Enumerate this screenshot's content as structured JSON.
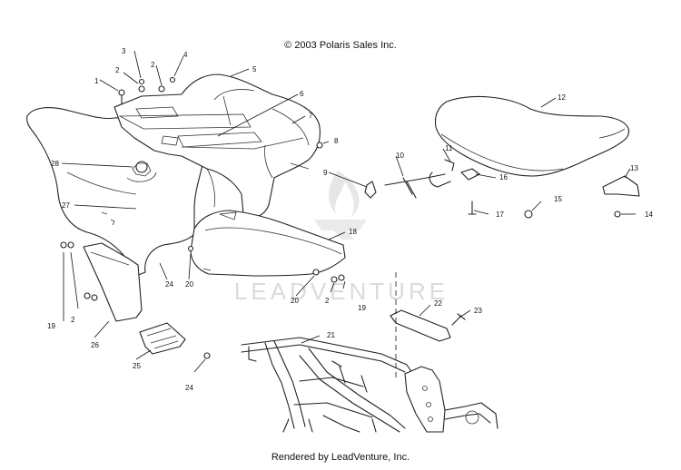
{
  "header": {
    "copyright": "© 2003 Polaris Sales Inc."
  },
  "footer": {
    "credit": "Rendered by LeadVenture, Inc."
  },
  "watermark": {
    "text": "LEADVENTURE"
  },
  "callouts": {
    "c1": "1",
    "c2a": "2",
    "c2b": "2",
    "c3": "3",
    "c4": "4",
    "c5": "5",
    "c6": "6",
    "c7": "7",
    "c8": "8",
    "c9": "9",
    "c10": "10",
    "c11": "11",
    "c12": "12",
    "c13": "13",
    "c14": "14",
    "c15": "15",
    "c16": "16",
    "c17": "17",
    "c18": "18",
    "c19a": "19",
    "c19b": "19",
    "c20a": "20",
    "c20b": "20",
    "c2c": "2",
    "c2d": "2",
    "c21": "21",
    "c22": "22",
    "c23": "23",
    "c24a": "24",
    "c24b": "24",
    "c25": "25",
    "c26": "26",
    "c27": "27",
    "c28": "28"
  }
}
